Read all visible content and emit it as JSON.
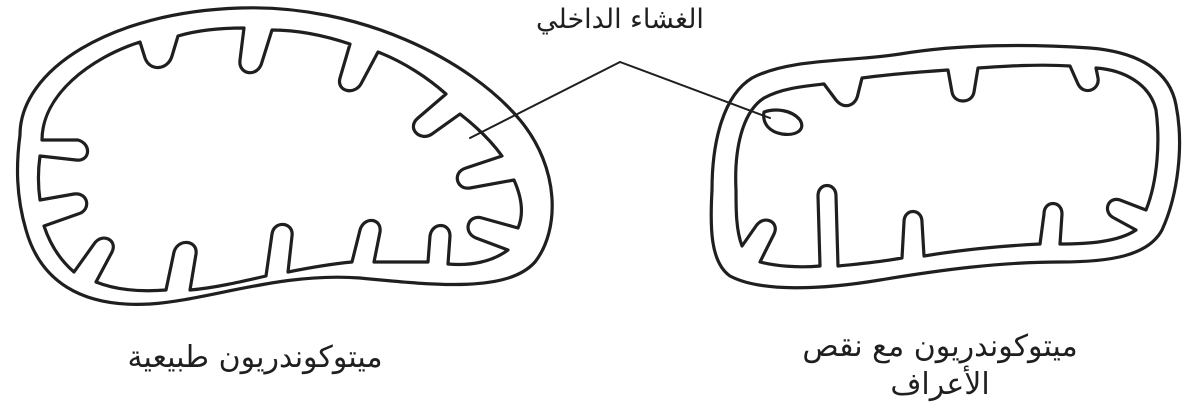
{
  "labels": {
    "inner_membrane": "الغشاء الداخلي",
    "normal_mitochondrion": "ميتوكوندريون طبيعية",
    "deficient_line1": "ميتوكوندريون مع نقص",
    "deficient_line2": "الأعراف"
  },
  "colors": {
    "stroke": "#1f1f1f",
    "background": "#ffffff"
  }
}
